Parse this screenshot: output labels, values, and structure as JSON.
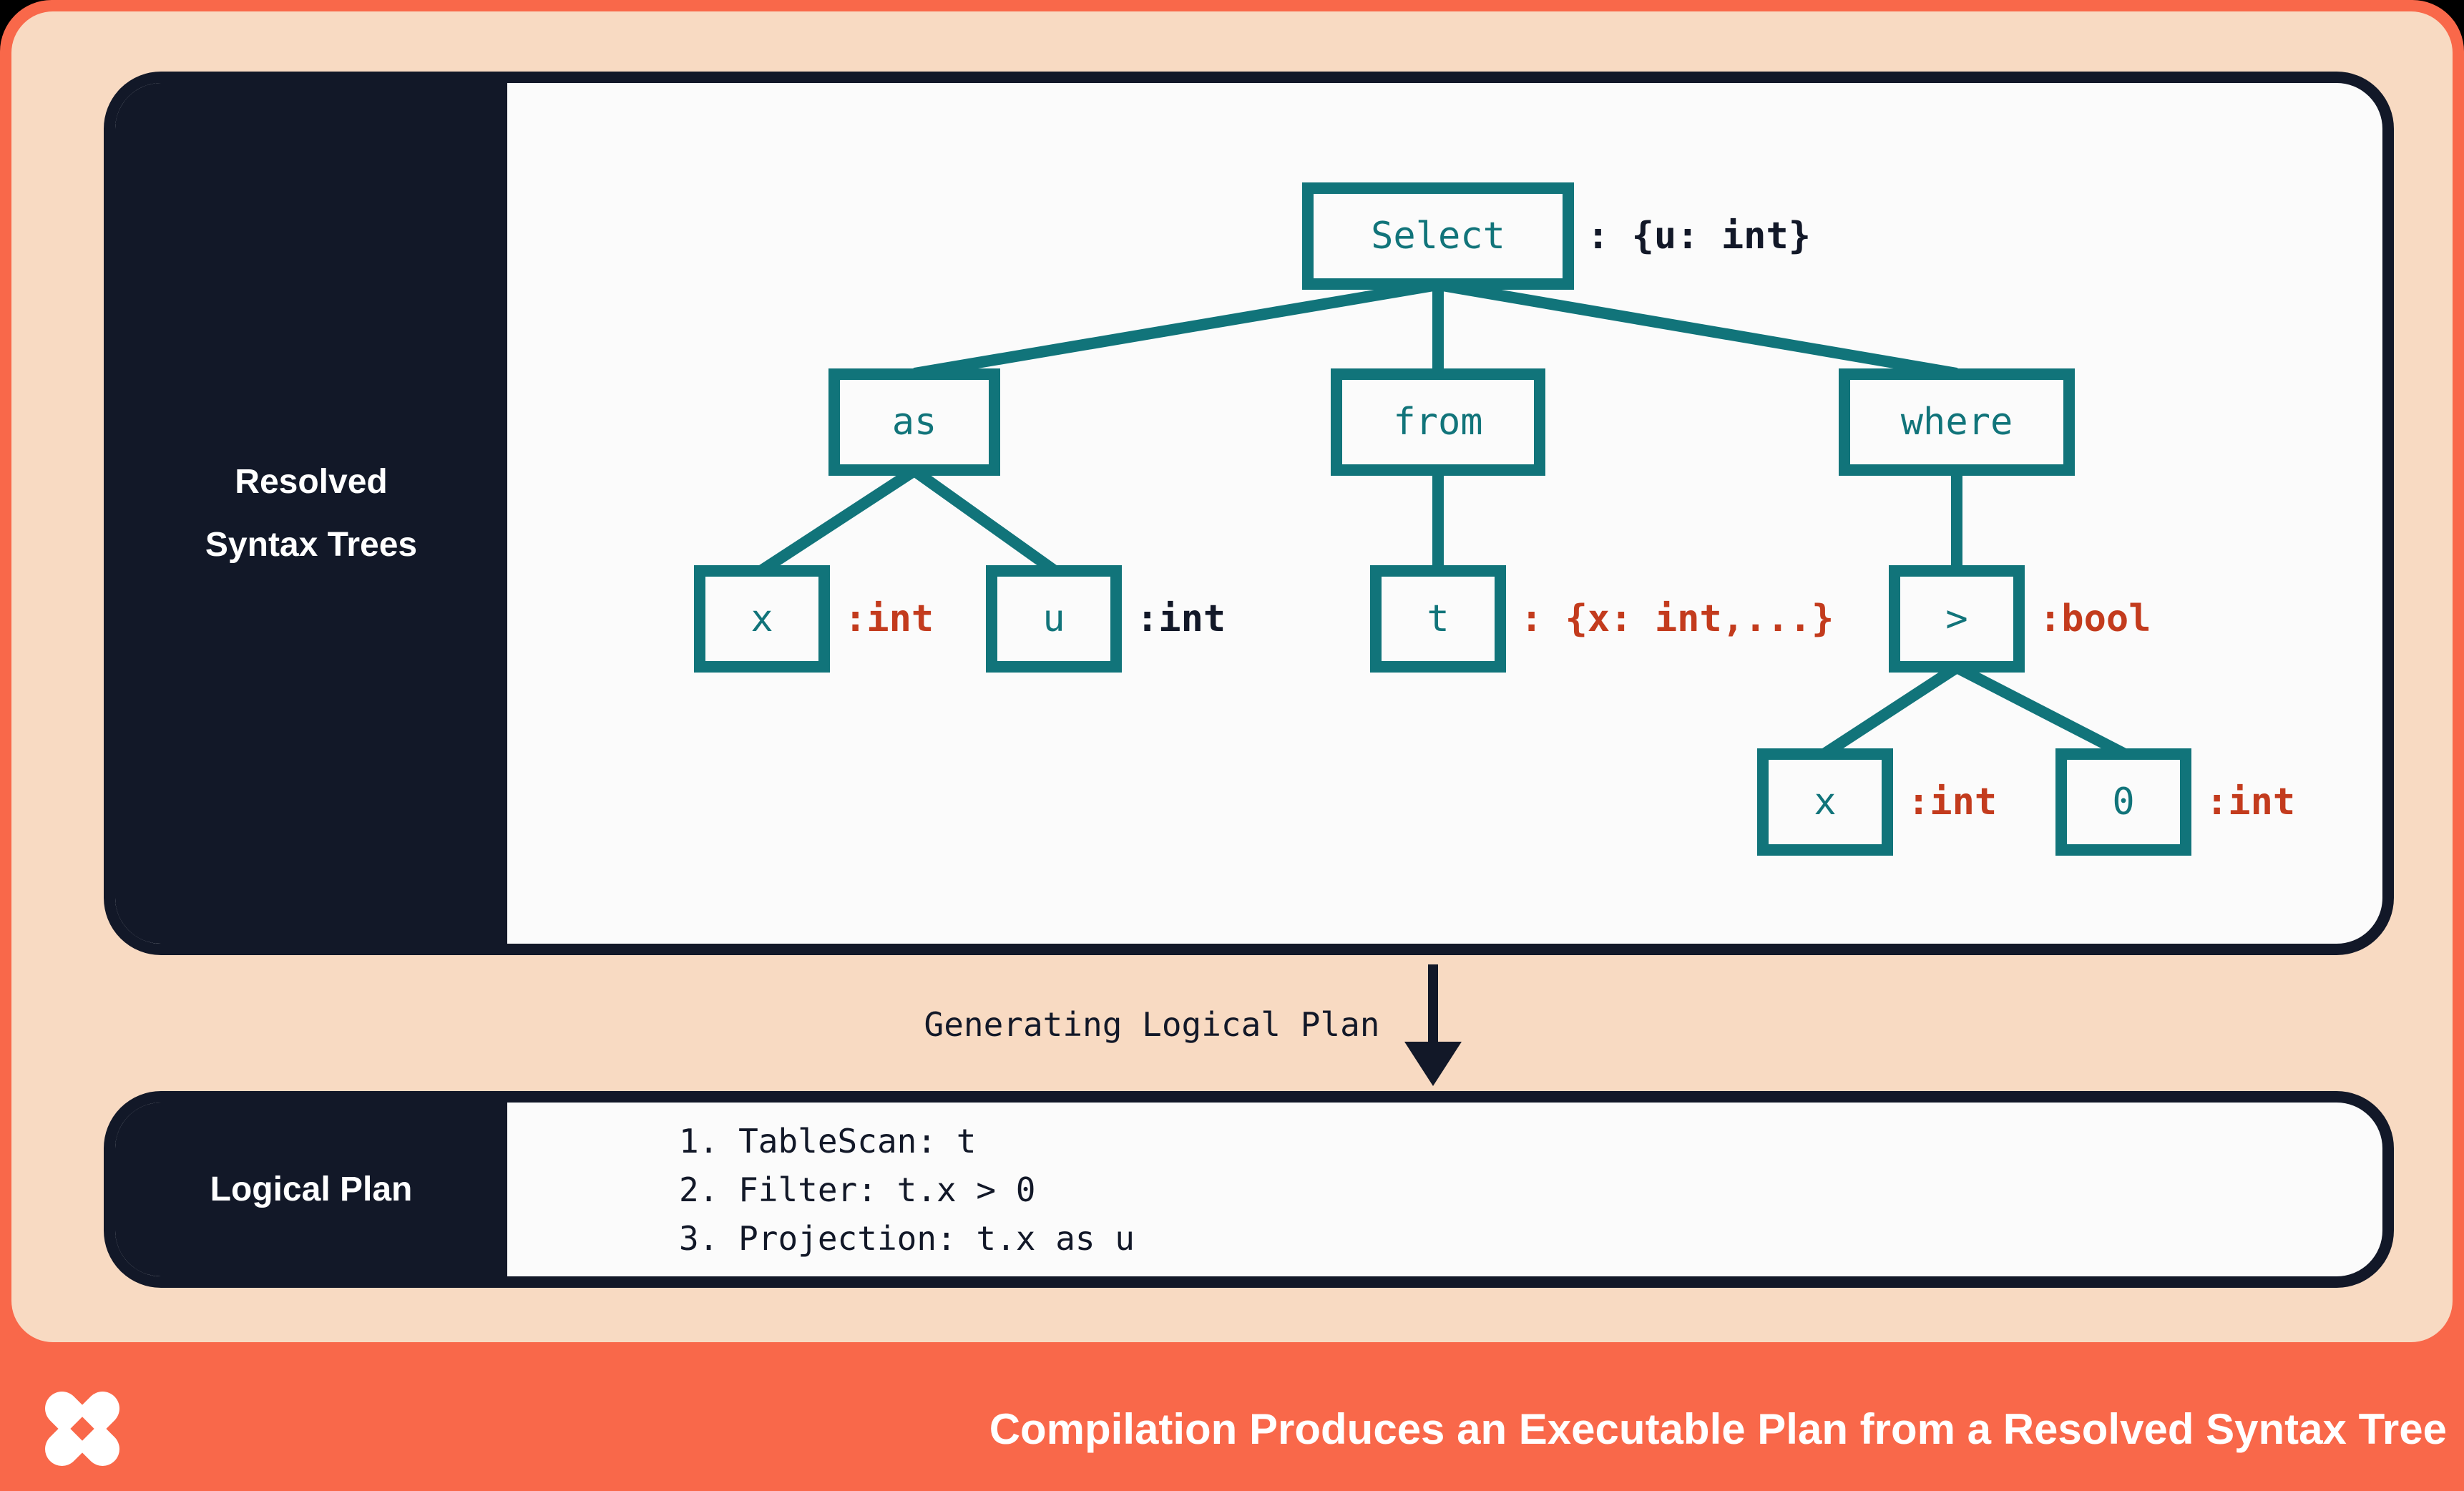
{
  "colors": {
    "frame_orange": "#F9684A",
    "peach": "#F8DAC2",
    "navy": "#121828",
    "panel_white": "#FBFBFB",
    "teal": "#11747A",
    "rust": "#C33B1D",
    "white": "#FFFFFF"
  },
  "panel_rst": {
    "label_line1": "Resolved",
    "label_line2": "Syntax Trees",
    "nodes": {
      "select": {
        "label": "Select",
        "annotation": ": {u: int}"
      },
      "as": {
        "label": "as"
      },
      "from": {
        "label": "from"
      },
      "where": {
        "label": "where"
      },
      "x1": {
        "label": "x",
        "annotation": ":int"
      },
      "u": {
        "label": "u",
        "annotation": ":int"
      },
      "t": {
        "label": "t",
        "annotation": ": {x: int,...}"
      },
      "gt": {
        "label": ">",
        "annotation": ":bool"
      },
      "x2": {
        "label": "x",
        "annotation": ":int"
      },
      "zero": {
        "label": "0",
        "annotation": ":int"
      }
    }
  },
  "transition": {
    "label": "Generating Logical Plan"
  },
  "panel_plan": {
    "label": "Logical Plan",
    "steps": [
      "1. TableScan: t",
      "2. Filter: t.x > 0",
      "3. Projection: t.x as u"
    ]
  },
  "footer": {
    "logo": "pinwheel-logo",
    "caption": "Compilation Produces an Executable Plan from a Resolved Syntax Tree"
  }
}
